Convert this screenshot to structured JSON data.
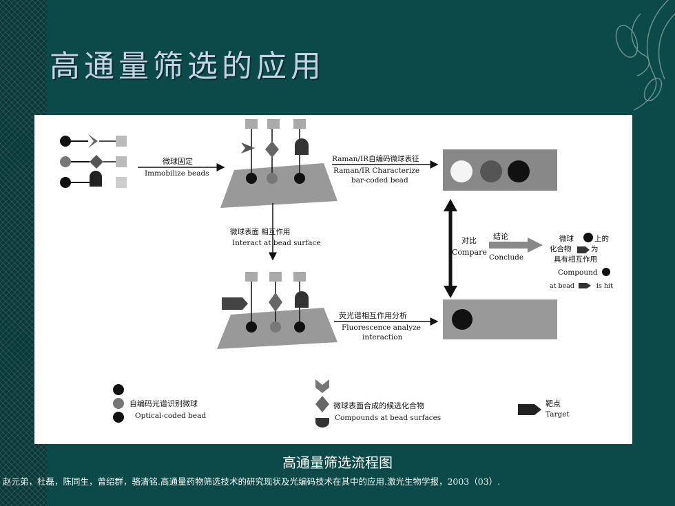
{
  "slide": {
    "title": "高通量筛选的应用",
    "caption": "高通量筛选流程图",
    "reference": "赵元弟，杜磊，陈同生，曾绍群，骆清铭.高通量药物筛选技术的研究现状及光编码技术在其中的应用.激光生物学报，2003（03）."
  },
  "diagram": {
    "immobilize_cn": "微球固定",
    "immobilize_en": "Immobilize beads",
    "raman_cn": "Raman/IR自编码微球表征",
    "raman_en_1": "Raman/IR Characterize",
    "raman_en_2": "bar-coded bead",
    "interact_cn": "微球表面 相互作用",
    "interact_en": "Interact at bead surface",
    "compare_cn": "对比",
    "compare_en": "Compare",
    "conclude_cn": "结论",
    "conclude_en": "Conclude",
    "hit_cn_1a": "微球",
    "hit_cn_1b": "上的",
    "hit_cn_2a": "化合物",
    "hit_cn_2b": "为",
    "hit_cn_3": "具有相互作用",
    "hit_en_1": "Compound",
    "hit_en_2a": "at bead",
    "hit_en_2b": "is hit",
    "fluor_cn": "荧光谱相互作用分析",
    "fluor_en_1": "Fluorescence analyze",
    "fluor_en_2": "interaction",
    "legend_bead_cn": "自编码光谱识别微球",
    "legend_bead_en": "Optical-coded bead",
    "legend_compound_cn": "微球表面合成的候选化合物",
    "legend_compound_en": "Compounds at bead surfaces",
    "legend_target_cn": "靶点",
    "legend_target_en": "Target"
  },
  "colors": {
    "background": "#0c4a49",
    "title": "#c6d3e6",
    "panel": "#ffffff"
  }
}
